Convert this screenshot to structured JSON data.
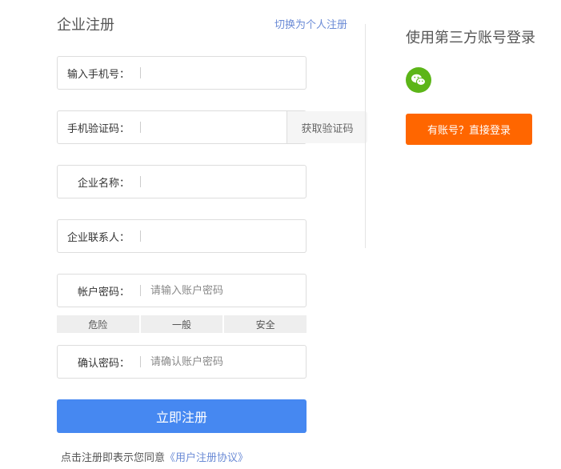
{
  "header": {
    "title": "企业注册",
    "switch_link": "切换为个人注册"
  },
  "form": {
    "phone": {
      "label": "输入手机号：",
      "placeholder": ""
    },
    "sms": {
      "label": "手机验证码：",
      "placeholder": "",
      "button": "获取验证码"
    },
    "company": {
      "label": "企业名称：",
      "placeholder": ""
    },
    "contact": {
      "label": "企业联系人：",
      "placeholder": ""
    },
    "password": {
      "label": "帐户密码：",
      "placeholder": "请输入账户密码"
    },
    "strength": [
      "危险",
      "一般",
      "安全"
    ],
    "confirm": {
      "label": "确认密码：",
      "placeholder": "请确认账户密码"
    },
    "submit": "立即注册",
    "agreement_text": "点击注册即表示您同意",
    "agreement_link": "《用户注册协议》"
  },
  "side": {
    "title": "使用第三方账号登录",
    "wechat_icon": "wechat-icon",
    "login_button": "有账号？直接登录"
  },
  "colors": {
    "primary": "#4688f1",
    "orange": "#ff6600",
    "wechat": "#5cb518",
    "link": "#6b8bd6"
  }
}
